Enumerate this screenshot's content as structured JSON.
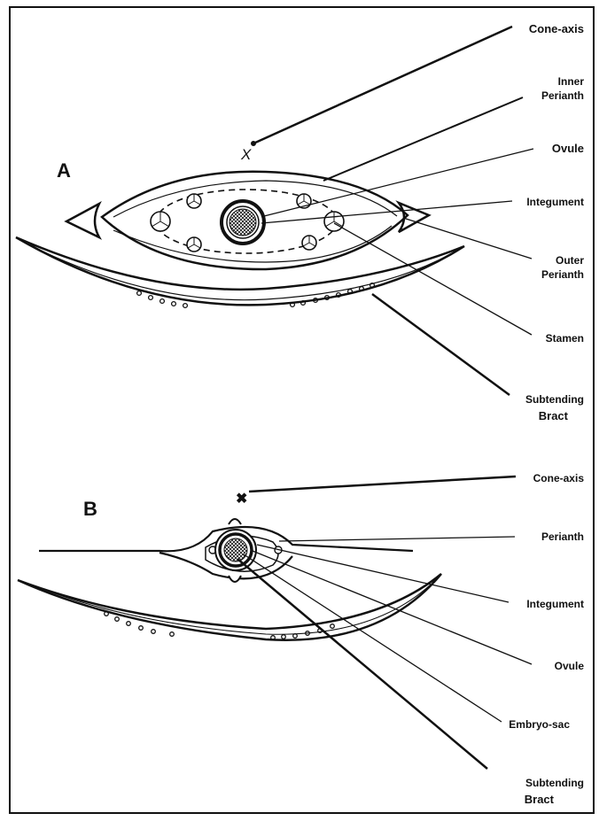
{
  "figure": {
    "panel_a": {
      "letter": "A",
      "axis_mark": "X",
      "labels": {
        "cone_axis": "Cone-axis",
        "inner_perianth_1": "Inner",
        "inner_perianth_2": "Perianth",
        "ovule": "Ovule",
        "integument": "Integument",
        "outer_perianth_1": "Outer",
        "outer_perianth_2": "Perianth",
        "stamen": "Stamen",
        "subtending_bract_1": "Subtending",
        "subtending_bract_2": "Bract"
      }
    },
    "panel_b": {
      "letter": "B",
      "axis_mark": "✖",
      "labels": {
        "cone_axis": "Cone-axis",
        "perianth": "Perianth",
        "integument": "Integument",
        "ovule": "Ovule",
        "embryo_sac": "Embryo-sac",
        "subtending_bract_1": "Subtending",
        "subtending_bract_2": "Bract"
      }
    }
  }
}
